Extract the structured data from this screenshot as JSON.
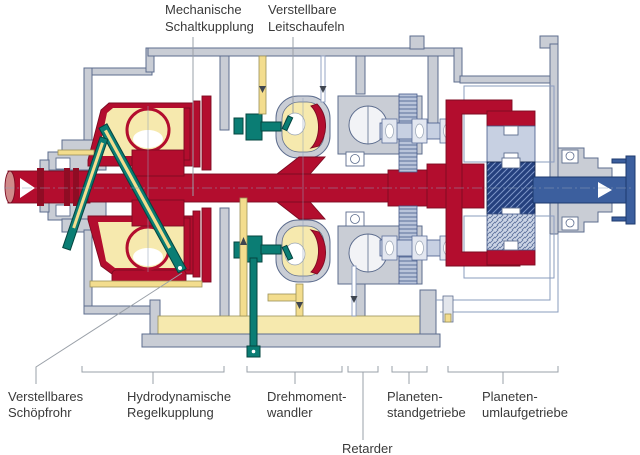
{
  "diagram": {
    "type": "technical-cutaway",
    "subject": "hydrodynamic transmission cross-section",
    "labels": {
      "schaltkupplung": {
        "line1": "Mechanische",
        "line2": "Schaltkupplung"
      },
      "leitschaufeln": {
        "line1": "Verstellbare",
        "line2": "Leitschaufeln"
      },
      "schoepfrohr": {
        "line1": "Verstellbares",
        "line2": "Schöpfrohr"
      },
      "regelkupplung": {
        "line1": "Hydrodynamische",
        "line2": "Regelkupplung"
      },
      "wandler": {
        "line1": "Drehmoment-",
        "line2": "wandler"
      },
      "retarder": {
        "line1": "Retarder"
      },
      "standgetriebe": {
        "line1": "Planeten-",
        "line2": "standgetriebe"
      },
      "umlaufgetriebe": {
        "line1": "Planeten-",
        "line2": "umlaufgetriebe"
      }
    },
    "colors": {
      "housing_grey": "#c9cdd5",
      "outline_blue_grey": "#5d6d8e",
      "shaft_red": "#b30d2e",
      "shaft_end_pink": "#d08a8a",
      "oil_cream": "#f6e9ae",
      "pipe_yellow": "#f3dd8e",
      "adjustable_teal": "#0b7d74",
      "output_blue": "#3c5f9e",
      "planet_navy": "#24407e",
      "gear_pale_blue": "#c7d0e2",
      "label_text": "#3a3a3a",
      "leader_line": "#9aa0a8",
      "background": "#ffffff"
    }
  }
}
